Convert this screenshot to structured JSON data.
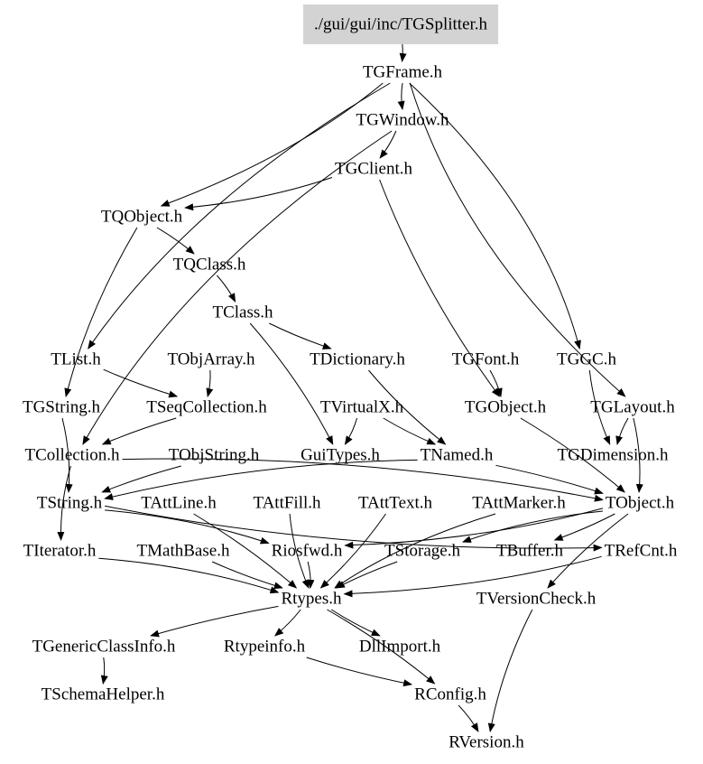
{
  "graph": {
    "root": "n0",
    "root_fill": "#d3d3d3",
    "nodes": [
      {
        "id": "n0",
        "label": "./gui/gui/inc/TGSplitter.h"
      },
      {
        "id": "n1",
        "label": "TGFrame.h"
      },
      {
        "id": "n2",
        "label": "TGWindow.h"
      },
      {
        "id": "n3",
        "label": "TGClient.h"
      },
      {
        "id": "n4",
        "label": "TQObject.h"
      },
      {
        "id": "n5",
        "label": "TQClass.h"
      },
      {
        "id": "n6",
        "label": "TClass.h"
      },
      {
        "id": "n7",
        "label": "TList.h"
      },
      {
        "id": "n8",
        "label": "TObjArray.h"
      },
      {
        "id": "n9",
        "label": "TDictionary.h"
      },
      {
        "id": "n10",
        "label": "TGFont.h"
      },
      {
        "id": "n11",
        "label": "TGGC.h"
      },
      {
        "id": "n12",
        "label": "TGString.h"
      },
      {
        "id": "n13",
        "label": "TSeqCollection.h"
      },
      {
        "id": "n14",
        "label": "TVirtualX.h"
      },
      {
        "id": "n15",
        "label": "TGObject.h"
      },
      {
        "id": "n16",
        "label": "TGLayout.h"
      },
      {
        "id": "n17",
        "label": "TCollection.h"
      },
      {
        "id": "n18",
        "label": "TObjString.h"
      },
      {
        "id": "n19",
        "label": "GuiTypes.h"
      },
      {
        "id": "n20",
        "label": "TNamed.h"
      },
      {
        "id": "n21",
        "label": "TGDimension.h"
      },
      {
        "id": "n22",
        "label": "TString.h"
      },
      {
        "id": "n23",
        "label": "TAttLine.h"
      },
      {
        "id": "n24",
        "label": "TAttFill.h"
      },
      {
        "id": "n25",
        "label": "TAttText.h"
      },
      {
        "id": "n26",
        "label": "TAttMarker.h"
      },
      {
        "id": "n27",
        "label": "TObject.h"
      },
      {
        "id": "n28",
        "label": "TIterator.h"
      },
      {
        "id": "n29",
        "label": "TMathBase.h"
      },
      {
        "id": "n30",
        "label": "Riosfwd.h"
      },
      {
        "id": "n31",
        "label": "TStorage.h"
      },
      {
        "id": "n32",
        "label": "TBuffer.h"
      },
      {
        "id": "n33",
        "label": "TRefCnt.h"
      },
      {
        "id": "n34",
        "label": "Rtypes.h"
      },
      {
        "id": "n35",
        "label": "TVersionCheck.h"
      },
      {
        "id": "n36",
        "label": "TGenericClassInfo.h"
      },
      {
        "id": "n37",
        "label": "Rtypeinfo.h"
      },
      {
        "id": "n38",
        "label": "DllImport.h"
      },
      {
        "id": "n39",
        "label": "TSchemaHelper.h"
      },
      {
        "id": "n40",
        "label": "RConfig.h"
      },
      {
        "id": "n41",
        "label": "RVersion.h"
      }
    ],
    "edges": [
      [
        "n0",
        "n1"
      ],
      [
        "n1",
        "n2"
      ],
      [
        "n1",
        "n4"
      ],
      [
        "n1",
        "n7"
      ],
      [
        "n1",
        "n11"
      ],
      [
        "n1",
        "n16"
      ],
      [
        "n2",
        "n3"
      ],
      [
        "n2",
        "n17"
      ],
      [
        "n3",
        "n4"
      ],
      [
        "n3",
        "n15"
      ],
      [
        "n4",
        "n5"
      ],
      [
        "n4",
        "n12"
      ],
      [
        "n5",
        "n6"
      ],
      [
        "n6",
        "n9"
      ],
      [
        "n6",
        "n19"
      ],
      [
        "n7",
        "n13"
      ],
      [
        "n8",
        "n13"
      ],
      [
        "n9",
        "n20"
      ],
      [
        "n10",
        "n15"
      ],
      [
        "n11",
        "n21"
      ],
      [
        "n12",
        "n22"
      ],
      [
        "n13",
        "n17"
      ],
      [
        "n14",
        "n19"
      ],
      [
        "n14",
        "n20"
      ],
      [
        "n15",
        "n27"
      ],
      [
        "n16",
        "n21"
      ],
      [
        "n16",
        "n27"
      ],
      [
        "n17",
        "n28"
      ],
      [
        "n17",
        "n27"
      ],
      [
        "n18",
        "n22"
      ],
      [
        "n20",
        "n27"
      ],
      [
        "n20",
        "n22"
      ],
      [
        "n22",
        "n30"
      ],
      [
        "n22",
        "n33"
      ],
      [
        "n23",
        "n34"
      ],
      [
        "n24",
        "n34"
      ],
      [
        "n25",
        "n34"
      ],
      [
        "n26",
        "n34"
      ],
      [
        "n27",
        "n30"
      ],
      [
        "n27",
        "n31"
      ],
      [
        "n27",
        "n32"
      ],
      [
        "n27",
        "n35"
      ],
      [
        "n28",
        "n34"
      ],
      [
        "n29",
        "n34"
      ],
      [
        "n30",
        "n34"
      ],
      [
        "n31",
        "n34"
      ],
      [
        "n33",
        "n34"
      ],
      [
        "n34",
        "n36"
      ],
      [
        "n34",
        "n37"
      ],
      [
        "n34",
        "n38"
      ],
      [
        "n34",
        "n40"
      ],
      [
        "n35",
        "n41"
      ],
      [
        "n36",
        "n39"
      ],
      [
        "n37",
        "n40"
      ],
      [
        "n40",
        "n41"
      ]
    ]
  }
}
